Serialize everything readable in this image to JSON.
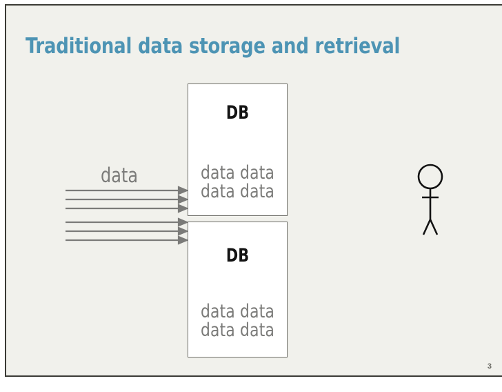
{
  "slide": {
    "title": "Traditional data storage and retrieval",
    "page_number": "3",
    "background_color": "#f1f1ec",
    "title_color": "#4d94b4",
    "body_text_color": "#7b7b79",
    "accent_dark": "#131313",
    "border_color": "#6d6d68",
    "frame_color": "#3b3b35"
  },
  "diagram": {
    "type": "flow",
    "source_label": "data",
    "arrows": {
      "count": 6,
      "direction": "right",
      "color": "#7b7b79",
      "group_upper_count": 3,
      "group_lower_count": 3
    },
    "databases": [
      {
        "name": "db-top",
        "title": "DB",
        "rows": [
          "data data",
          "data data"
        ]
      },
      {
        "name": "db-bottom",
        "title": "DB",
        "rows": [
          "data data",
          "data data"
        ]
      }
    ],
    "actor": {
      "name": "stick-figure-user",
      "color": "#131313"
    }
  }
}
